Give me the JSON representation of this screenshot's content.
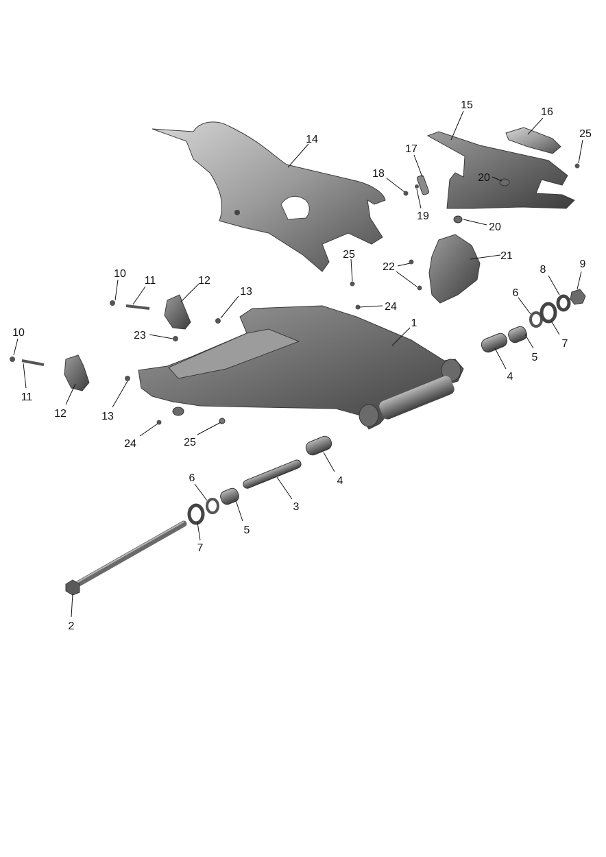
{
  "colors": {
    "background": "#ffffff",
    "part_light": "#c4c4c4",
    "part_mid": "#8e8e8e",
    "part_dark": "#565656",
    "label": "#111111"
  },
  "callouts": [
    "1",
    "2",
    "3",
    "4",
    "4",
    "5",
    "5",
    "6",
    "6",
    "7",
    "7",
    "8",
    "9",
    "10",
    "10",
    "11",
    "11",
    "12",
    "12",
    "13",
    "13",
    "14",
    "15",
    "16",
    "17",
    "18",
    "19",
    "20",
    "20",
    "21",
    "22",
    "23",
    "24",
    "24",
    "25",
    "25",
    "25"
  ]
}
